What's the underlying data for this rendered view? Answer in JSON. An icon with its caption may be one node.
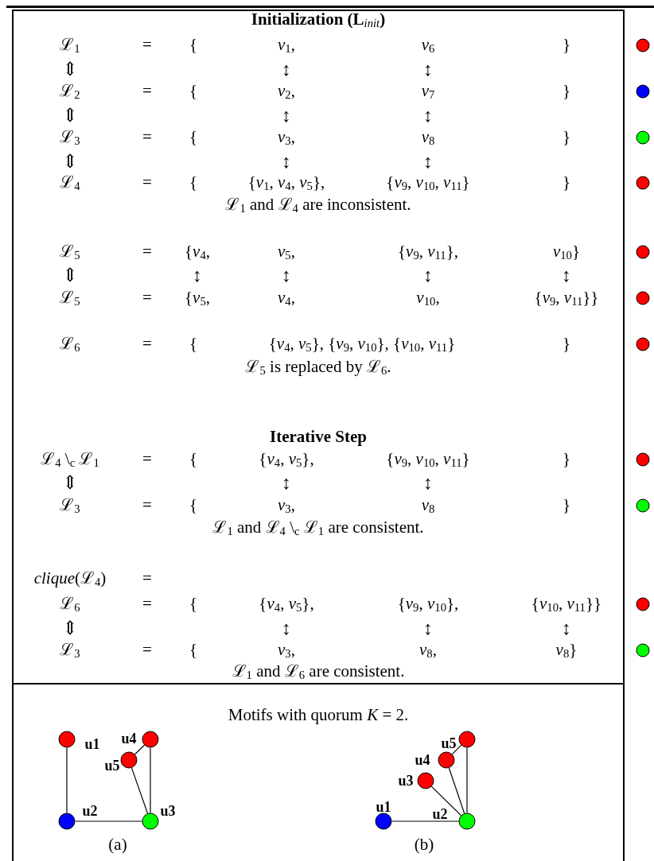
{
  "diagram": {
    "title": "Initialization (L$_{init}$)",
    "nodes": [
      {
        "text": [],
        "shape": "circle",
        "beside": [
          "u1"
        ]
      },
      {
        "text": [],
        "shape": "circle",
        "beside": [
          "u4"
        ]
      },
      {
        "text": [],
        "shape": "circle",
        "beside": [
          "u5"
        ]
      },
      {
        "text": [],
        "shape": "circle",
        "beside": [
          "u2"
        ]
      },
      {
        "text": [],
        "shape": "circle",
        "beside": [
          "u3"
        ]
      },
      {
        "text": [],
        "shape": "circle",
        "beside": [
          "u5"
        ]
      },
      {
        "text": [],
        "shape": "circle",
        "beside": [
          "u4"
        ]
      },
      {
        "text": [],
        "shape": "circle",
        "beside": [
          "u3"
        ]
      },
      {
        "text": [],
        "shape": "circle",
        "beside": [
          "u1"
        ]
      },
      {
        "text": [],
        "shape": "circle",
        "beside": [
          "u2"
        ]
      }
    ],
    "edges": [
      {
        "from": 0,
        "to": 3,
        "arrow": "none"
      },
      {
        "from": 3,
        "to": 4,
        "arrow": "none"
      },
      {
        "from": 1,
        "to": 4,
        "arrow": "none"
      },
      {
        "from": 2,
        "to": 4,
        "arrow": "none"
      },
      {
        "from": 1,
        "to": 2,
        "arrow": "none"
      },
      {
        "from": 8,
        "to": 9,
        "arrow": "none"
      },
      {
        "from": 7,
        "to": 9,
        "arrow": "none"
      },
      {
        "from": 6,
        "to": 9,
        "arrow": "none"
      },
      {
        "from": 5,
        "to": 9,
        "arrow": "none"
      },
      {
        "from": 6,
        "to": 5,
        "arrow": "none"
      }
    ],
    "labels": [
      "ℒ$_{1}$",
      "=",
      "{",
      "*v*$_{1}$,",
      "*v*$_{6}$",
      "}",
      "⇕",
      "↕",
      "↕",
      "ℒ$_{2}$",
      "=",
      "{",
      "*v*$_{2}$,",
      "*v*$_{7}$",
      "}",
      "⇕",
      "↕",
      "↕",
      "ℒ$_{3}$",
      "=",
      "{",
      "*v*$_{3}$,",
      "*v*$_{8}$",
      "}",
      "⇕",
      "↕",
      "↕",
      "ℒ$_{4}$",
      "=",
      "{",
      "{*v*$_{1}$, *v*$_{4}$, *v*$_{5}$},",
      "{*v*$_{9}$, *v*$_{10}$, *v*$_{11}$}",
      "}",
      "ℒ$_{1}$ and ℒ$_{4}$ are inconsistent.",
      "ℒ$_{5}$",
      "=",
      "{*v*$_{4}$,",
      "*v*$_{5}$,",
      "{*v*$_{9}$, *v*$_{11}$},",
      "*v*$_{10}$}",
      "⇕",
      "↕",
      "↕",
      "↕",
      "↕",
      "ℒ$_{5}$",
      "=",
      "{*v*$_{5}$,",
      "*v*$_{4}$,",
      "*v*$_{10}$,",
      "{*v*$_{9}$, *v*$_{11}$}}",
      "ℒ$_{6}$",
      "=",
      "{",
      "{*v*$_{4}$, *v*$_{5}$}, {*v*$_{9}$, *v*$_{10}$}, {*v*$_{10}$, *v*$_{11}$}",
      "}",
      "ℒ$_{5}$ is replaced by ℒ$_{6}$.",
      "Iterative Step",
      "ℒ$_{4}$ \\$_{c}$ ℒ$_{1}$",
      "=",
      "{",
      "{*v*$_{4}$, *v*$_{5}$},",
      "{*v*$_{9}$, *v*$_{10}$, *v*$_{11}$}",
      "}",
      "⇕",
      "↕",
      "↕",
      "ℒ$_{3}$",
      "=",
      "{",
      "*v*$_{3}$,",
      "*v*$_{8}$",
      "}",
      "ℒ$_{1}$ and ℒ$_{4}$ \\$_{c}$ ℒ$_{1}$ are consistent.",
      "*clique*(ℒ$_{4}$)",
      "=",
      "ℒ$_{6}$",
      "=",
      "{",
      "{*v*$_{4}$, *v*$_{5}$},",
      "{*v*$_{9}$, *v*$_{10}$},",
      "{*v*$_{10}$, *v*$_{11}$}}",
      "⇕",
      "↕",
      "↕",
      "↕",
      "ℒ$_{3}$",
      "=",
      "{",
      "*v*$_{3}$,",
      "*v*$_{8}$,",
      "*v*$_{8}$}",
      "ℒ$_{1}$ and ℒ$_{6}$ are consistent.",
      "Motifs with quorum *K* = 2.",
      "(a)",
      "(b)"
    ]
  }
}
